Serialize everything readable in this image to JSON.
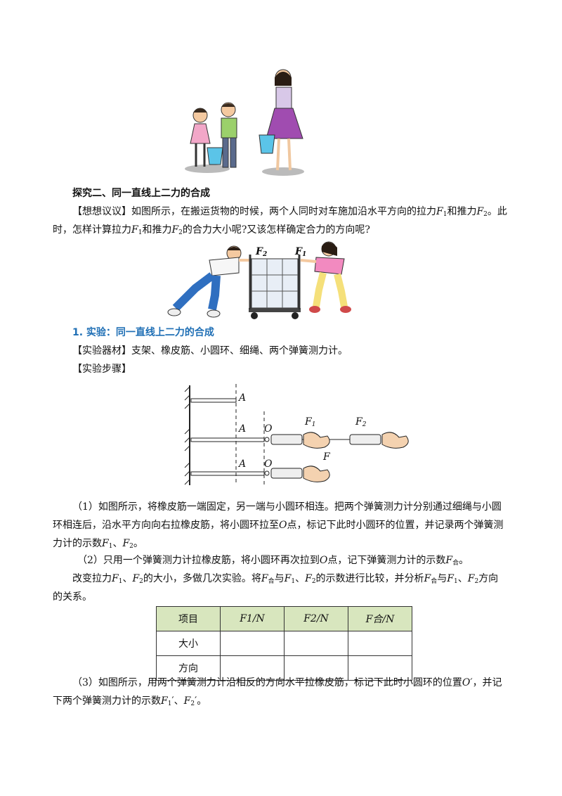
{
  "section_title": "探究二、同一直线上二力的合成",
  "intro": {
    "tag": "【想想议议】",
    "line1_a": "如图所示，在搬运货物的时候，两个人同时对车施加沿水平方向的拉力",
    "line1_b": "和推力",
    "line1_c": "。此",
    "line2_a": "时，怎样计算拉力",
    "line2_b": "和推力",
    "line2_c": "的合力大小呢?又该怎样确定合力的方向呢?"
  },
  "cart_figure": {
    "label_f2": "F",
    "label_f2_sub": "2",
    "label_f1": "F",
    "label_f1_sub": "1"
  },
  "experiment_heading": "1. 实验：同一直线上二力的合成",
  "materials": "【实验器材】支架、橡皮筋、小圆环、细绳、两个弹簧测力计。",
  "steps_tag": "【实验步骤】",
  "apparatus": {
    "label_a": "A",
    "label_o": "O",
    "label_f1": "F",
    "label_f1_sub": "1",
    "label_f2": "F",
    "label_f2_sub": "2",
    "label_f": "F"
  },
  "step1": {
    "line1": "（1）如图所示，将橡皮筋一端固定，另一端与小圆环相连。把两个弹簧测力计分别通过细绳与小圆",
    "line2_a": "环相连后，沿水平方向向右拉橡皮筋，将小圆环拉至",
    "line2_o": "O",
    "line2_b": "点，标记下此时小圆环的位置，并记录两个弹簧测",
    "line3_a": "力计的示数",
    "line3_b": "、",
    "line3_c": "。"
  },
  "step2": {
    "text_a": "（2）只用一个弹簧测力计拉橡皮筋，将小圆环再次拉到",
    "text_o": "O",
    "text_b": "点，记下弹簧测力计的示数",
    "text_f": "F",
    "text_sub": "合",
    "text_c": "。"
  },
  "change": {
    "line1_a": "改变拉力",
    "line1_b": "、",
    "line1_c": "的大小，多做几次实验。将",
    "line1_d": "与",
    "line1_e": "、",
    "line1_f": "的示数进行比较，并分析",
    "line1_g": "与",
    "line1_h": "、",
    "line1_i": "方向",
    "line2": "的关系。"
  },
  "table": {
    "headers": [
      "项目",
      "F1/N",
      "F2/N",
      "F合/N"
    ],
    "rows": [
      {
        "label": "大小",
        "cells": [
          "",
          "",
          ""
        ]
      },
      {
        "label": "方向",
        "cells": [
          "",
          "",
          ""
        ]
      }
    ]
  },
  "step3": {
    "line1_a": "（3）如图所示，用两个弹簧测力计沿相反的方向水平拉橡皮筋，标记下此时小圆环的位置",
    "line1_o": "O′",
    "line1_b": "，并记",
    "line2_a": "下两个弹簧测力计的示数",
    "line2_f1": "F",
    "line2_f1_sub": "1",
    "line2_f1_prime": "′",
    "line2_sep": "、",
    "line2_f2": "F",
    "line2_f2_sub": "2",
    "line2_f2_prime": "′",
    "line2_end": "。"
  }
}
